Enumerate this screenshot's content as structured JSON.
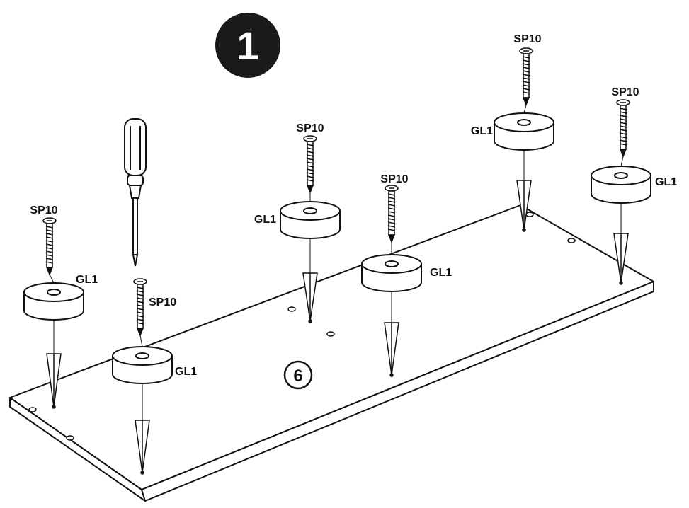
{
  "step": {
    "number": "1"
  },
  "board": {
    "part_number": "6"
  },
  "labels": {
    "screw": "SP10",
    "glide": "GL1"
  },
  "colors": {
    "ink": "#111111",
    "paper": "#ffffff",
    "badge": "#1a1a1a"
  },
  "icons": [
    "screwdriver-icon",
    "screw-icon",
    "glide-icon",
    "arrow-down-icon"
  ]
}
